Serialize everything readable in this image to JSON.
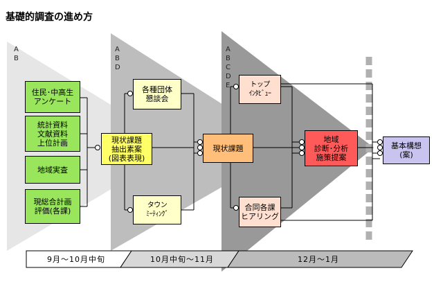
{
  "title": "基礎的調査の進め方",
  "phase_labels": {
    "p1": [
      "A",
      "B"
    ],
    "p2": [
      "A",
      "B",
      "D"
    ],
    "p3": [
      "A",
      "B",
      "C",
      "D",
      "E"
    ]
  },
  "boxes": {
    "resident_survey": "住民･中高生\nアンケート",
    "statistics": "統計資料\n文献資料\n上位計画",
    "field_survey": "地域実査",
    "plan_evaluation": "現総合計画\n評価(各課)",
    "issue_draft": "現状課題\n抽出素案\n(図表表現)",
    "groups_meeting": "各種団体\n懇談会",
    "town_meeting": "タウン\nﾐｰﾃｨﾝｸﾞ",
    "current_issues": "現状課題",
    "top_interview": "トップ\nｲﾝﾀﾋﾞｭｰ",
    "joint_hearing": "合同各課\nヒアリング",
    "diagnosis": "地域\n診断･分析\n施策提案",
    "basic_concept": "基本構想\n(案)"
  },
  "timeline": [
    "9月～10月中旬",
    "10月中旬～11月",
    "12月～1月"
  ],
  "colors": {
    "green": "#99e65c",
    "yellow": "#ffff66",
    "cream": "#ffffc8",
    "orange": "#ffbf7a",
    "peach": "#ffe0d0",
    "red": "#ff5a5a",
    "blue": "#c9c3f0"
  }
}
